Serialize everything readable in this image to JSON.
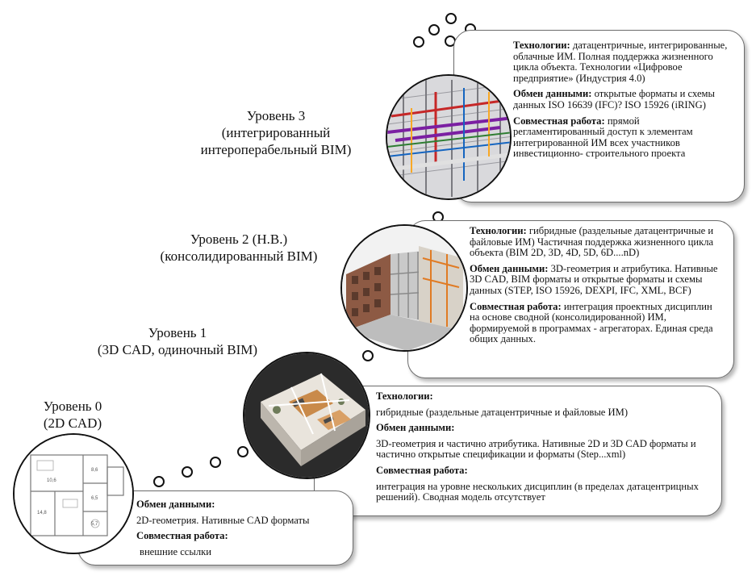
{
  "levels": {
    "l0": {
      "title_line1": "Уровень 0",
      "title_line2": "(2D CAD)",
      "exchange_label": "Обмен данными:",
      "exchange_text": "2D-геометрия. Нативные CAD форматы",
      "collab_label": "Совместная работа:",
      "collab_text": "внешние ссылки",
      "plan_numbers": [
        "10,6",
        "8,6",
        "14,8",
        "6,5",
        "5,7"
      ]
    },
    "l1": {
      "title_line1": "Уровень 1",
      "title_line2": "(3D CAD, одиночный BIM)",
      "tech_label": "Технологии:",
      "tech_text": "гибридные (раздельные датацентричные и файловые ИМ)",
      "exchange_label": "Обмен данными:",
      "exchange_text": "3D-геометрия и частично атрибутика. Нативные 2D и 3D CAD форматы и частично открытые спецификации  и форматы (Step...xml)",
      "collab_label": "Совместная работа:",
      "collab_text": "интеграция на уровне нескольких дисциплин  (в пределах датацентрицных решений). Сводная модель отсутствует"
    },
    "l2": {
      "title_line1": "Уровень 2 (Н.В.)",
      "title_line2": "(консолидированный BIM)",
      "tech_label": "Технологии:",
      "tech_text": " гибридные (раздельные датацентричные и файловые ИМ) Частичная поддержка жизненного  цикла объекта (BIM 2D, 3D, 4D, 5D, 6D....nD)",
      "exchange_label": "Обмен данными:",
      "exchange_text": " 3D-геометрия и атрибутика. Нативные 3D CAD,  BIM форматы и открытые форматы и схемы данных (STEP, ISO 15926, DEXPI, IFC,  XML, BCF)",
      "collab_label": "Совместная работа:",
      "collab_text": " интеграция проектных дисциплин  на основе сводной (консолидированной)  ИМ, формируемой в программах - агрегаторах. Единая среда общих данных."
    },
    "l3": {
      "title_line1": "Уровень 3",
      "title_line2": "(интегрированный",
      "title_line3": "интероперабельный BIM)",
      "tech_label": "Технологии:",
      "tech_text": " датацентричные, интегрированные,  облачные ИМ. Полная поддержка жизненного  цикла объекта. Технологии  «Цифровое предприятие» (Индустрия 4.0)",
      "exchange_label": "Обмен данными:",
      "exchange_text": " открытые форматы и схемы данных ISO 16639  (IFC)? ISO 15926 (iRING)",
      "collab_label": "Совместная работа:",
      "collab_text": " прямой регламентированный доступ к элементам интегрированной  ИМ всех участников инвестиционно-  строительного проекта"
    }
  }
}
